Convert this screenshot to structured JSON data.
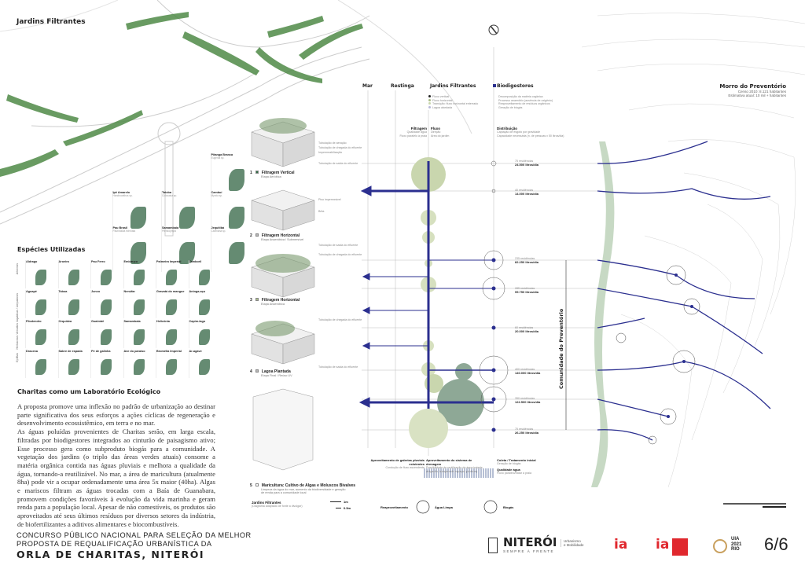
{
  "header": {
    "title": "Jardins Filtrantes"
  },
  "species": {
    "title": "Espécies Utilizadas",
    "categories": [
      "Arbóreas",
      "Aquáticas / Limpadoras",
      "Herbáceas / Arbustos",
      "Epífitas"
    ],
    "top": [
      {
        "name": "Pitanga Branca",
        "sci": "Eugenia sp."
      },
      {
        "name": "Ipê Amarelo",
        "sci": "Handroanthus sp."
      },
      {
        "name": "Taioba",
        "sci": "Colocasia sp."
      },
      {
        "name": "Cambuí",
        "sci": "Myrcia sp."
      },
      {
        "name": "Pau Brasil",
        "sci": "Paubrasilia echinata"
      },
      {
        "name": "Samambaia",
        "sci": "Pteridophyta"
      },
      {
        "name": "Jequitibá",
        "sci": "Cariniana sp."
      }
    ],
    "grid": [
      [
        {
          "name": "Aldrago"
        },
        {
          "name": "Aroeira"
        },
        {
          "name": "Pau Ferro"
        },
        {
          "name": "Embiruçu"
        },
        {
          "name": "Palmeira Imperial"
        },
        {
          "name": "Tamboril"
        }
      ],
      [
        {
          "name": "Aguapé"
        },
        {
          "name": "Taboa"
        },
        {
          "name": "Junco"
        },
        {
          "name": "Nenúfar"
        },
        {
          "name": "Gravatá do mangue"
        },
        {
          "name": "Aninga-açu"
        }
      ],
      [
        {
          "name": "Filodendro"
        },
        {
          "name": "Orquídea"
        },
        {
          "name": "Guaimbê"
        },
        {
          "name": "Samambaia"
        },
        {
          "name": "Helicônia"
        },
        {
          "name": "Capim-lago"
        }
      ],
      [
        {
          "name": "Dracena"
        },
        {
          "name": "Sabre de espada"
        },
        {
          "name": "Pé de galinha"
        },
        {
          "name": "Ave do paraíso"
        },
        {
          "name": "Bromélia Imperial"
        },
        {
          "name": "Ar-agave"
        }
      ]
    ]
  },
  "essay": {
    "title": "Charitas como um Laboratório Ecológico",
    "body": "A proposta promove uma inflexão no padrão de urbanização ao destinar parte significativa dos seus esforços a ações cíclicas de regeneração e desenvolvimento ecossistêmico, em terra e no mar.\nAs águas poluídas provenientes de Charitas serão, em larga escala, filtradas por biodigestores integrados ao cinturão de paisagismo ativo; Esse processo gera como subproduto biogás para a comunidade. A vegetação dos jardins (o triplo das áreas verdes atuais) consome a matéria orgânica contida nas águas pluviais e melhora a qualidade da água, tornando-a reutilizável. No mar, a área de maricultura (atualmente 8ha) pode vir a ocupar ordenadamente uma área 5x maior (40ha). Algas e mariscos filtram as águas trocadas com a Baía de Guanabara, promovem condições favoráveis à evolução da vida marinha e geram renda para a população local. Apesar de não comestíveis, os produtos são aproveitados até seus últimos resíduos por diversos setores da indústria, de biofertilizantes a aditivos alimentares e biocombustíveis."
  },
  "columns": {
    "mar": "Mar",
    "restinga": "Restinga",
    "jardins": "Jardins Filtrantes",
    "bio": "Biodigestores"
  },
  "legend": [
    "Fluxo vertical",
    "Fluxo horizontal",
    "Transição: fluxo horizontal enterrado",
    "Lagoa alardada"
  ],
  "bio_notes": [
    "Decomposição da matéria orgânica",
    "Processo anaeróbio (ausência de oxigênio)",
    "Reaproveitamento de resíduos orgânicos",
    "Geração de biogás"
  ],
  "subheads": {
    "filtragem": "Filtragem",
    "filtragem_sub": "Qualidade água\nFluxo paralelo à praia",
    "fluxo": "Fluxo",
    "fluxo_sub": "Direção\nÁrea do jardim",
    "dist": "Distribuição",
    "dist_sub": "Captação de esgoto por gravidade\nCapacidade necessária (n. de pessoas x 50 litros/dia)"
  },
  "stages": [
    {
      "num": "1",
      "title": "Filtragem Vertical",
      "sub": "Etapa Aeróbica"
    },
    {
      "num": "2",
      "title": "Filtragem Horizontal",
      "sub": "Etapa Anaeróbica / Submersível"
    },
    {
      "num": "3",
      "title": "Filtragem Horizontal",
      "sub": "Etapa Anaeróbica"
    },
    {
      "num": "4",
      "title": "Lagoa Plantada",
      "sub": "Etapa Final / Reúso UV"
    },
    {
      "num": "5",
      "title": "Maricultura: Cultivo de Algas e Moluscos Bivalves",
      "sub": "Limpeza da água do mar, aumento da biodiversidade e geração de renda para a comunidade local"
    }
  ],
  "stage_notes": [
    "Tubulação de aeração",
    "Tubulação de chegada do efluente",
    "Impermeabilização",
    "Tubulação de saída do efluente",
    "Piso impermeável",
    "Brita"
  ],
  "distribution": [
    {
      "homes": "75 residências",
      "flow": "24.500 litros/dia"
    },
    {
      "homes": "40 residências",
      "flow": "14.000 litros/dia"
    },
    {
      "homes": "235 residências",
      "flow": "82.250 litros/dia"
    },
    {
      "homes": "285 residências",
      "flow": "99.750 litros/dia"
    },
    {
      "homes": "60 residências",
      "flow": "20.000 litros/dia"
    },
    {
      "homes": "400 residências",
      "flow": "140.000 litros/dia"
    },
    {
      "homes": "350 residências",
      "flow": "122.500 litros/dia"
    },
    {
      "homes": "75 residências",
      "flow": "26.250 litros/dia"
    }
  ],
  "community": "Comunidade do Preventório",
  "morro": {
    "title": "Morro do Preventório",
    "l1": "Censo 2010: 8.121 habitantes",
    "l2": "Estimativa atual: 10 mil + habitantes"
  },
  "bottom_notes": [
    {
      "t": "Aproveitamento de galerias pluviais existentes",
      "s": "Condução de fluxo ascendente"
    },
    {
      "t": "Aproveitamento do sistema de drenagem",
      "s": "Possibilidade de reutilização da água tratada (irrigação, lavagem de espaços públicos)"
    },
    {
      "t": "Coleta / Tratamento inicial",
      "s": "Geração de biogás"
    }
  ],
  "quality": {
    "t": "Qualidade água",
    "s": "Fluxo paralelo/tratar à praia"
  },
  "cycles": [
    "Reaproveitamento",
    "Água Limpa",
    "Biogás"
  ],
  "scale": {
    "title": "Jardins Filtrantes",
    "sub": "(Diagrama adaptado de fonte a divulgar)",
    "a": "1m",
    "b": "0.5m"
  },
  "footer": {
    "l1": "CONCURSO PÚBLICO NACIONAL PARA SELEÇÃO DA MELHOR",
    "l2": "PROPOSTA DE REQUALIFICAÇÃO URBANÍSTICA DA",
    "l3": "ORLA DE CHARITAS, NITERÓI",
    "page": "6/6"
  },
  "logos": {
    "niteroi": "NITERÓI",
    "niteroi_sub": "SEMPRE À FRENTE",
    "urb": "Urbanismo\ne Mobilidade",
    "uia": "UIA\n2021\nRIO"
  },
  "colors": {
    "blue": "#2b2f8f",
    "green": "#a9bd86",
    "dkgreen": "#7d9a83",
    "leaf": "#3f6e4f",
    "red": "#e0282e"
  }
}
